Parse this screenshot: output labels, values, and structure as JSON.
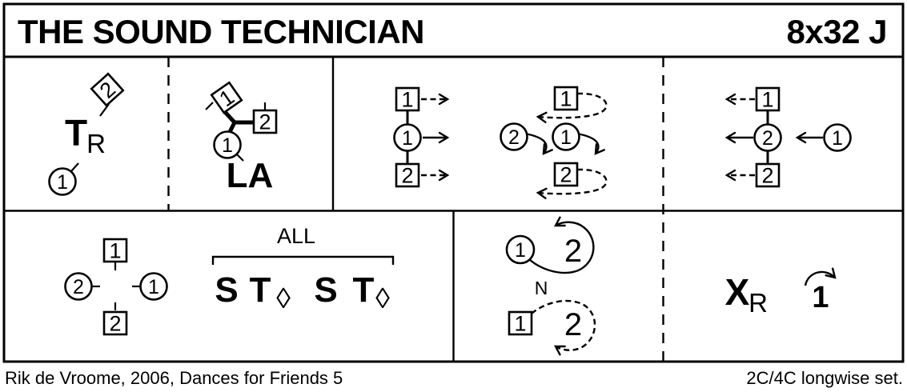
{
  "header": {
    "title": "THE SOUND TECHNICIAN",
    "repeat_code": "8x32 J"
  },
  "footer": {
    "credit": "Rik de Vroome, 2006, Dances for Friends 5",
    "set_type": "2C/4C longwise set."
  },
  "bars_1": {
    "turn_symbol": "T",
    "turn_sub": "R",
    "man2": "2",
    "woman1": "1"
  },
  "bars_2": {
    "label": "LA",
    "man1": "1",
    "man2": "2",
    "woman1": "1"
  },
  "bars_3a": {
    "man1": "1",
    "woman1": "1",
    "man2": "2"
  },
  "bars_3b": {
    "man1": "1",
    "woman2": "2",
    "woman1": "1",
    "man2": "2"
  },
  "bars_4": {
    "man1": "1",
    "woman2": "2",
    "man2": "2",
    "woman1": "1"
  },
  "bars_5a": {
    "man1": "1",
    "woman2": "2",
    "woman1": "1",
    "man2": "2"
  },
  "bars_5b": {
    "scope": "ALL",
    "set1": "S",
    "turn1": "T",
    "diamond1": "◊",
    "set2": "S",
    "turn2": "T",
    "diamond2": "◊"
  },
  "bars_6": {
    "woman1": "1",
    "woman_bars": "2",
    "neighbour": "N",
    "man1": "1",
    "man_bars": "2"
  },
  "bars_7": {
    "cross_symbol": "X",
    "cross_sub": "R",
    "cast_bars": "1"
  }
}
